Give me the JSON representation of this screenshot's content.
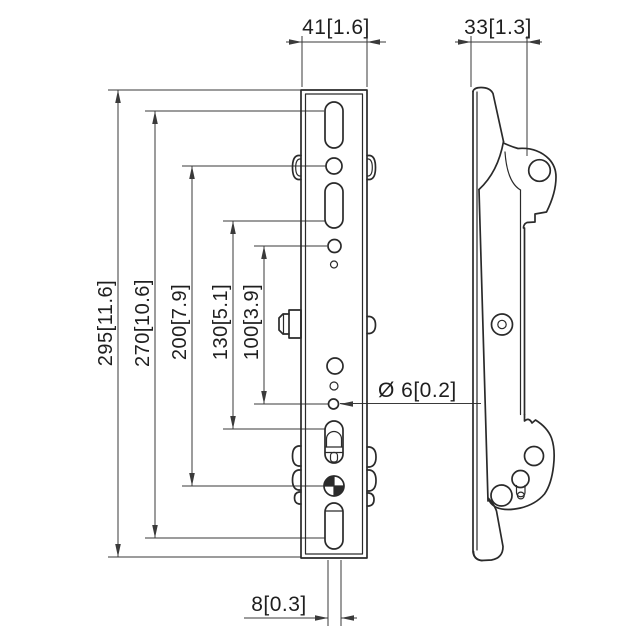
{
  "drawing": {
    "kind": "two-view technical dimension drawing of a TV-mount strip bracket",
    "units": "mm [inch]"
  },
  "dimensions": {
    "front_width": {
      "label": "41[1.6]",
      "mm": 41,
      "inch": 1.6
    },
    "side_depth": {
      "label": "33[1.3]",
      "mm": 33,
      "inch": 1.3
    },
    "overall_height": {
      "label": "295[11.6]",
      "mm": 295,
      "inch": 11.6
    },
    "span_270": {
      "label": "270[10.6]",
      "mm": 270,
      "inch": 10.6
    },
    "span_200": {
      "label": "200[7.9]",
      "mm": 200,
      "inch": 7.9
    },
    "span_130": {
      "label": "130[5.1]",
      "mm": 130,
      "inch": 5.1
    },
    "span_100": {
      "label": "100[3.9]",
      "mm": 100,
      "inch": 3.9
    },
    "hole_diameter": {
      "label": "Ø 6[0.2]",
      "mm": 6,
      "inch": 0.2
    },
    "slot_width": {
      "label": "8[0.3]",
      "mm": 8,
      "inch": 0.3
    }
  }
}
